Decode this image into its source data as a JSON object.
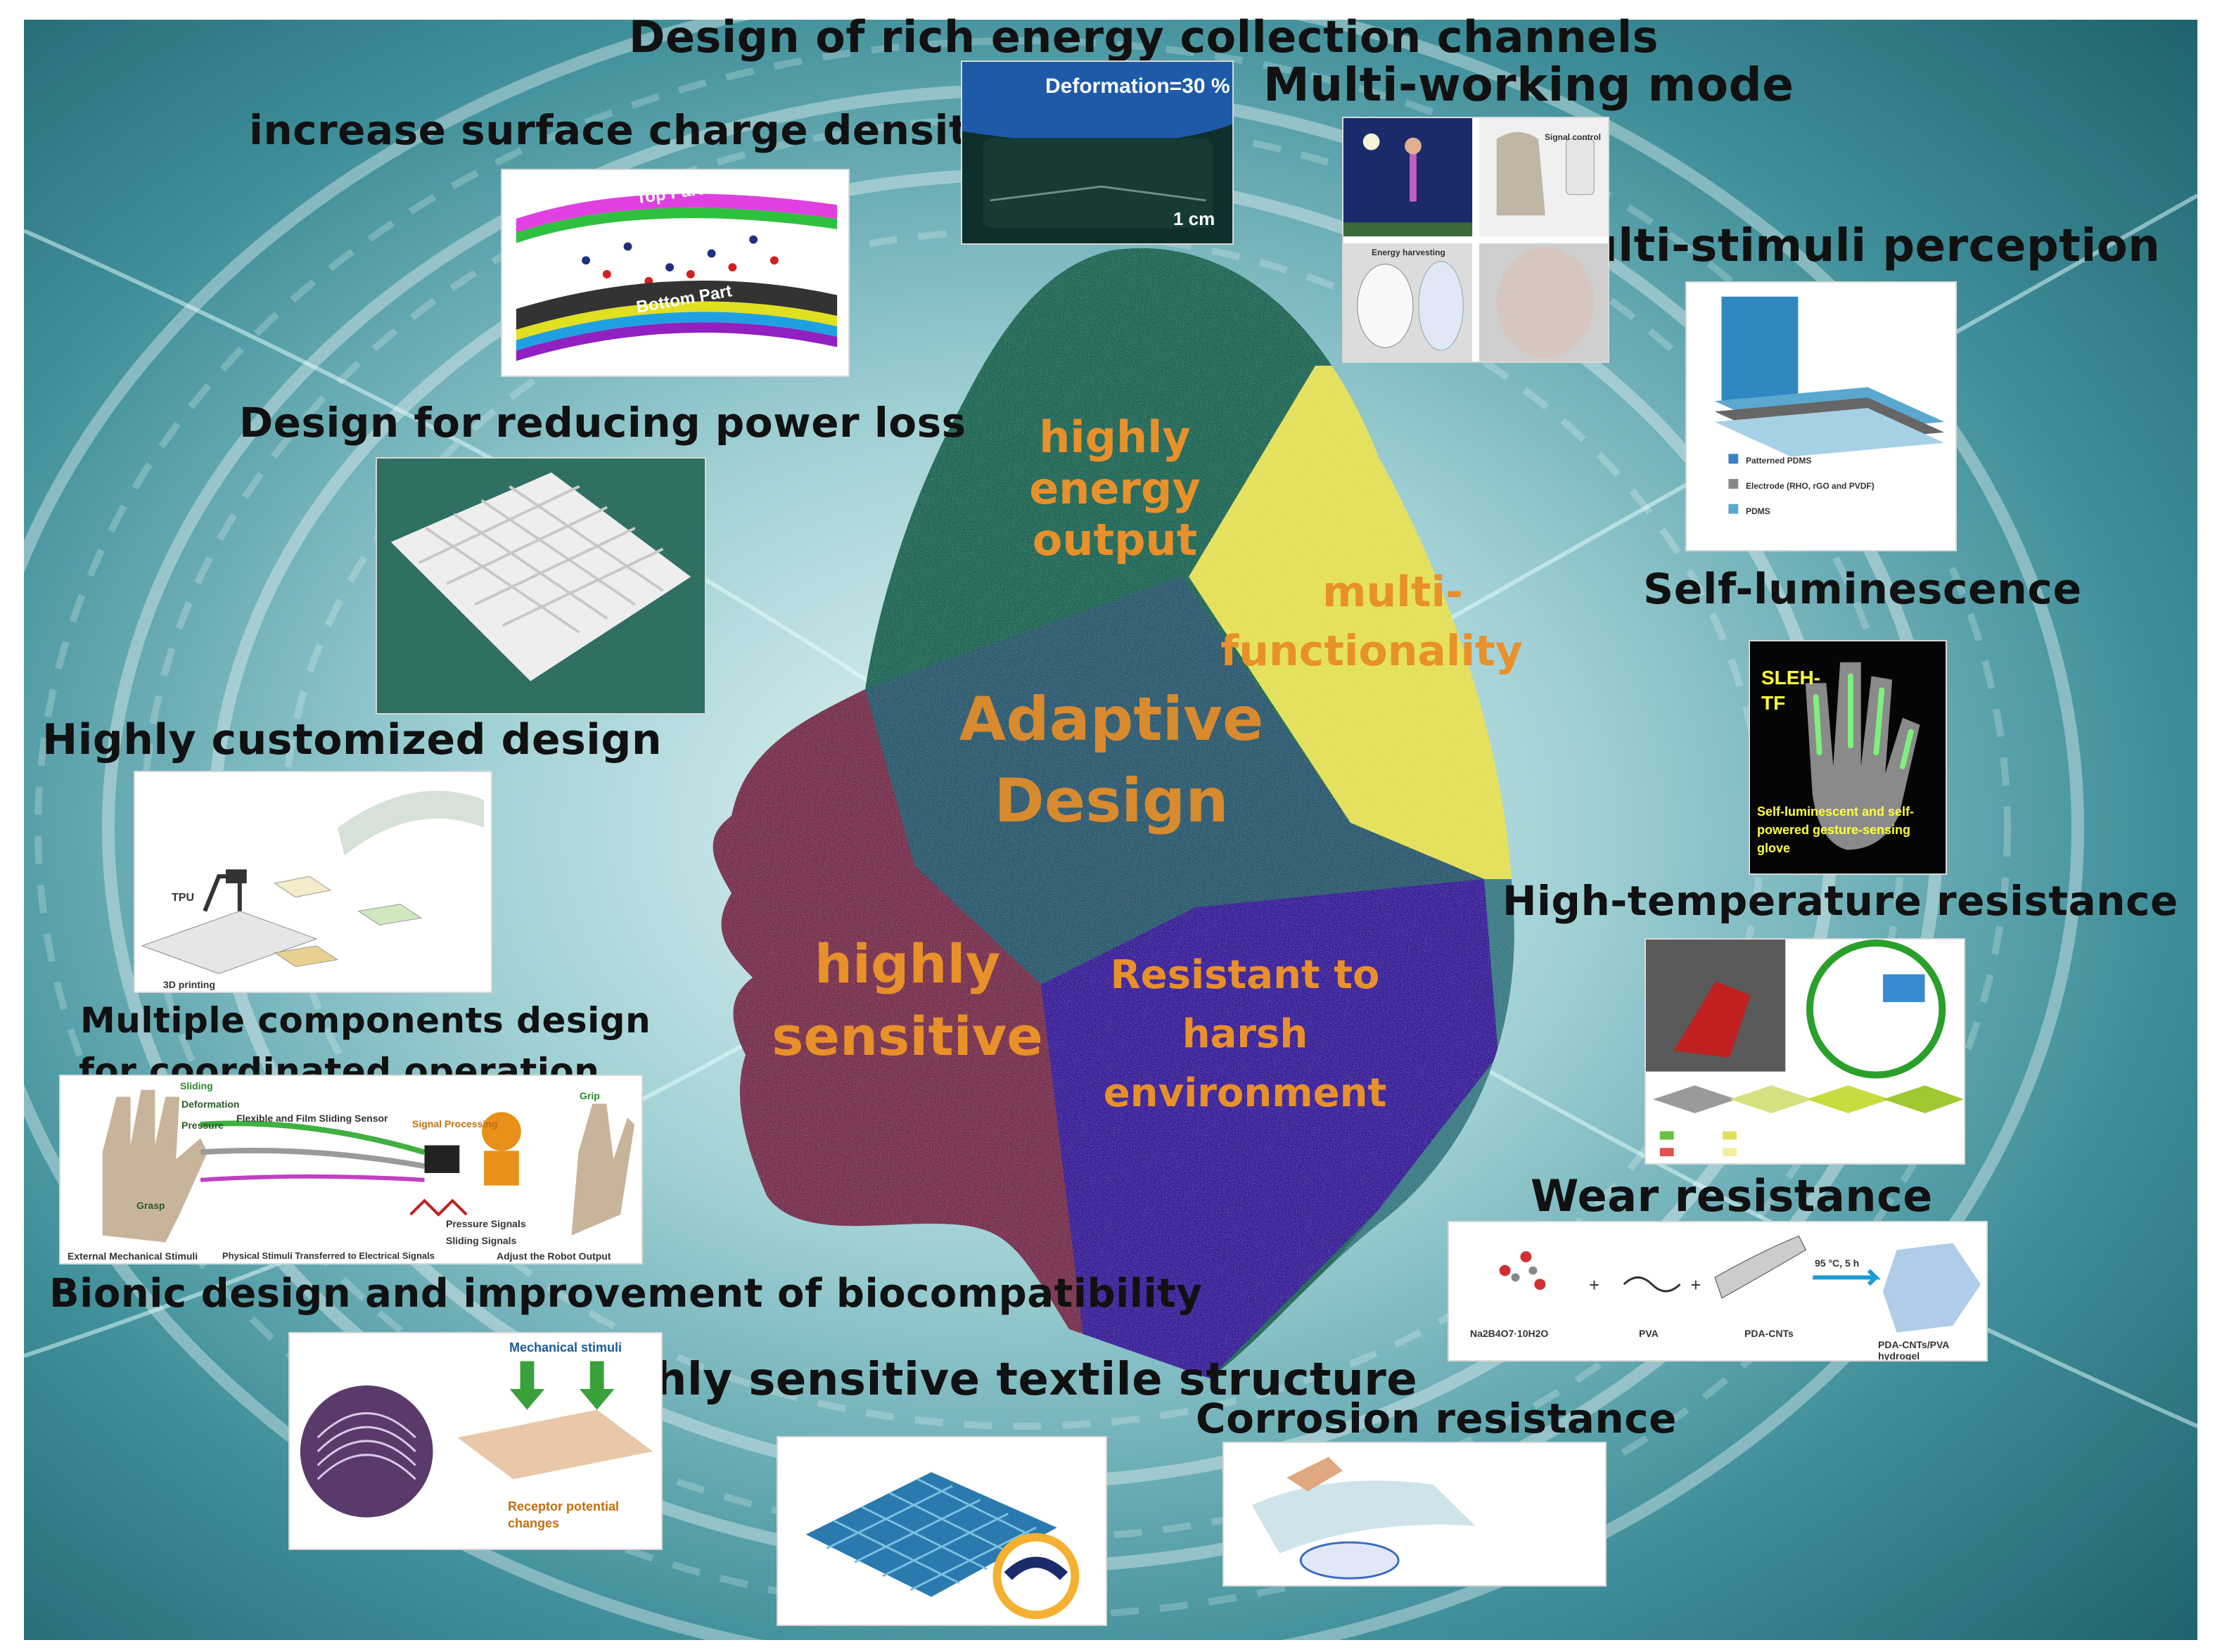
{
  "labels": {
    "rich_channels": "Design of rich energy collection channels",
    "multi_working": "Multi-working mode",
    "surface_charge": "increase surface charge density",
    "multi_stimuli": "Multi-stimuli perception",
    "power_loss": "Design for reducing power loss",
    "self_luminescence": "Self-luminescence",
    "customized": "Highly customized design",
    "high_temp": "High-temperature resistance",
    "multiple_components_1": "Multiple components design",
    "multiple_components_2": "for coordinated operation",
    "wear": "Wear resistance",
    "bionic": "Bionic design and improvement of biocompatibility",
    "textile": "Highly sensitive textile structure",
    "corrosion": "Corrosion resistance"
  },
  "regions": {
    "energy_1": "highly energy",
    "energy_2": "output",
    "multi_1": "multi-",
    "multi_2": "functionality",
    "center_1": "Adaptive",
    "center_2": "Design",
    "sensitive_1": "highly",
    "sensitive_2": "sensitive",
    "resistant_1": "Resistant to",
    "resistant_2": "harsh",
    "resistant_3": "environment"
  },
  "captions": {
    "deformation": "Deformation=30 %",
    "scale": "1 cm",
    "top_part": "Top Part",
    "bottom_part": "Bottom Part",
    "digital_control": "Signal control",
    "energy_harvesting": "Energy harvesting",
    "patterned_pdms": "Patterned PDMS",
    "electrode": "Electrode (RHO, rGO and PVDF)",
    "pdms": "PDMS",
    "sleh_1": "SLEH-",
    "sleh_2": "TF",
    "glove_1": "Self-luminescent and self-",
    "glove_2": "powered gesture-sensing",
    "glove_3": "glove",
    "tpu": "TPU",
    "printing": "3D printing",
    "sliding": "Sliding",
    "deformation_small": "Deformation",
    "pressure": "Pressure",
    "grasp": "Grasp",
    "sensor": "Flexible and Film Sliding Sensor",
    "signal_processing": "Signal Processing",
    "grip": "Grip",
    "pressure_signals": "Pressure Signals",
    "sliding_signals": "Sliding Signals",
    "external": "External Mechanical Stimuli",
    "physical": "Physical Stimuli Transferred to Electrical Signals",
    "adjust": "Adjust the Robot Output",
    "reaction_temp": "95 °C, 5 h",
    "borax": "Na2B4O7·10H2O",
    "pva": "PVA",
    "pda_cnts": "PDA-CNTs",
    "hydrogel": "PDA-CNTs/PVA hydrogel",
    "mechanical_stimuli": "Mechanical stimuli",
    "receptor_1": "Receptor potential",
    "receptor_2": "changes"
  },
  "colors": {
    "region_green": "#1f6a58",
    "region_yellow": "#e6e25a",
    "region_teal": "#2c5c72",
    "region_maroon": "#7a3050",
    "region_purple": "#3a1c9c",
    "region_neck": "#3a7e88",
    "region_text": "#e8902a",
    "label_text": "#111111"
  }
}
